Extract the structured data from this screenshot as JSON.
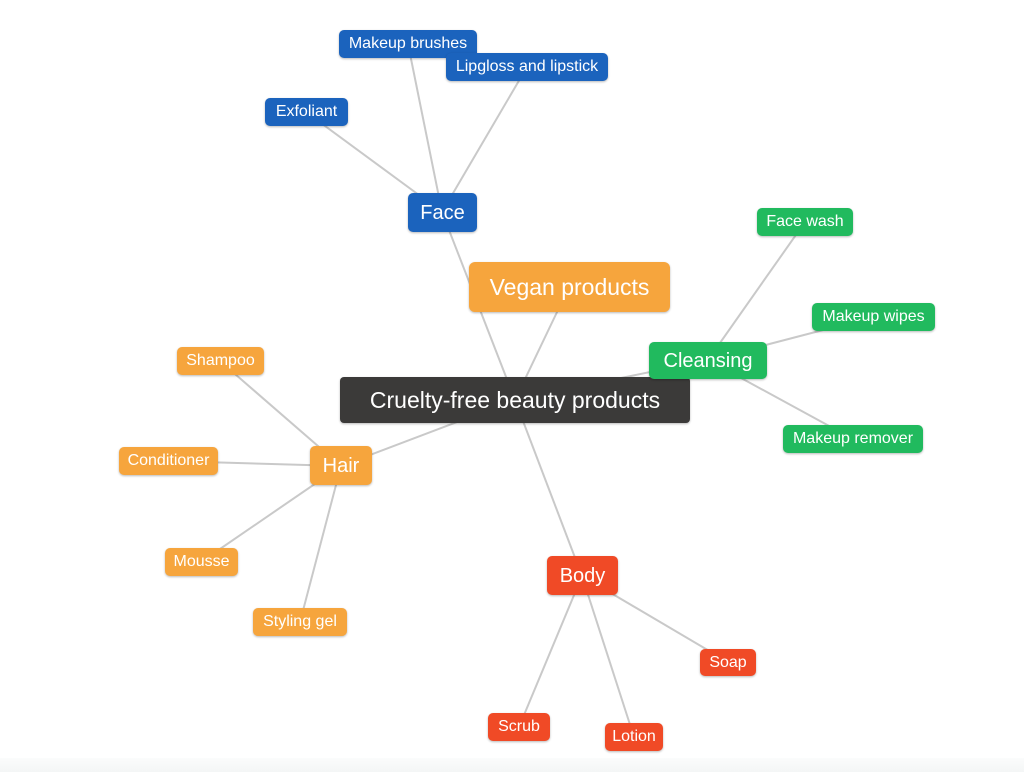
{
  "canvas": {
    "background_color": "#ffffff",
    "edge_color": "#c9c9c9",
    "text_color": "#ffffff"
  },
  "mindmap": {
    "root": {
      "label": "Cruelty-free beauty products",
      "color": "#3b3a39"
    },
    "branches": [
      {
        "label": "Vegan products",
        "color": "#f6a53d",
        "children": []
      },
      {
        "label": "Face",
        "color": "#1b63bd",
        "children": [
          "Makeup brushes",
          "Lipgloss and lipstick",
          "Exfoliant"
        ]
      },
      {
        "label": "Cleansing",
        "color": "#21ba5e",
        "children": [
          "Face wash",
          "Makeup wipes",
          "Makeup remover"
        ]
      },
      {
        "label": "Hair",
        "color": "#f6a53d",
        "children": [
          "Shampoo",
          "Conditioner",
          "Mousse",
          "Styling gel"
        ]
      },
      {
        "label": "Body",
        "color": "#f04a26",
        "children": [
          "Soap",
          "Scrub",
          "Lotion"
        ]
      }
    ]
  }
}
